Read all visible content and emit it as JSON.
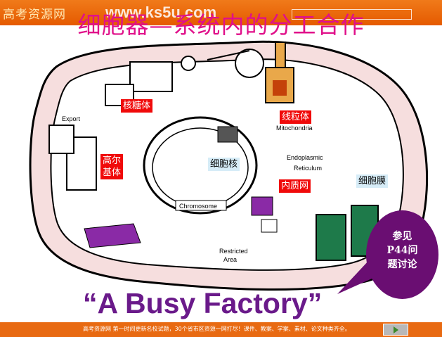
{
  "header": {
    "site_logo": "高考资源网",
    "site_url": "www.ks5u.com"
  },
  "title": "细胞器—系统内的分工合作",
  "diagram_labels": {
    "endoplasmic": "Endoplasmic",
    "reticulum": "Reticulum",
    "mitochondria": "Mitochondria",
    "chromosome": "Chromosome",
    "restricted": "Restricted",
    "area": "Area",
    "export": "Export"
  },
  "annotations": {
    "ribosome": "核糖体",
    "mitochondrion": "线粒体",
    "golgi_line1": "高尔",
    "golgi_line2": "基体",
    "nucleus": "细胞核",
    "er": "内质网",
    "membrane": "细胞膜"
  },
  "caption": "“A Busy Factory”",
  "callout": {
    "line1": "参见",
    "line2": "P44问",
    "line3": "题讨论"
  },
  "footer": {
    "text": "高考资源网    第一时间更新名校试题，30个省市区资源一网打尽！课件、教案、学案、素材、论文种类齐全。"
  },
  "colors": {
    "title": "#e0108a",
    "label_red": "#f00a0a",
    "label_blue": "#d6ecf7",
    "caption": "#6a1a8a",
    "callout": "#6a0e72",
    "bar": "#e86a12"
  }
}
